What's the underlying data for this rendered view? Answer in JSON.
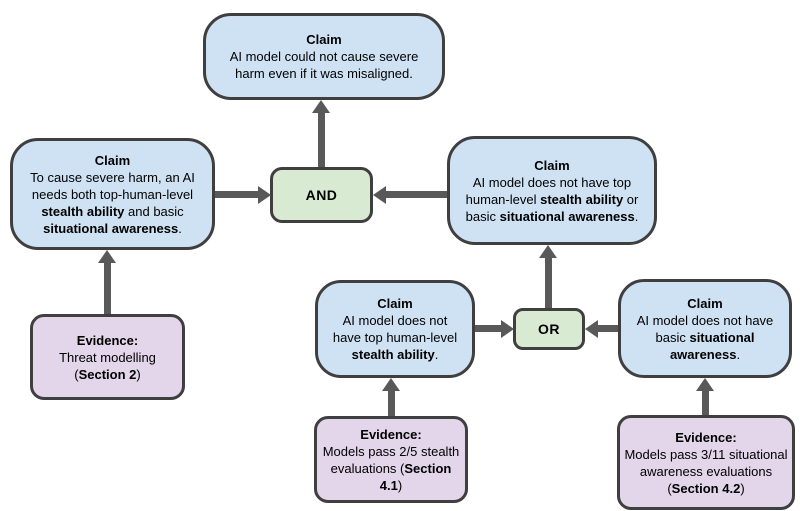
{
  "colors": {
    "background": "#ffffff",
    "claim_fill": "#cfe2f3",
    "gate_fill": "#d9ead3",
    "evidence_fill": "#e3d5ea",
    "node_border": "#3f3f3f",
    "arrow": "#595959",
    "text": "#000000"
  },
  "gates": {
    "and": {
      "label": "AND"
    },
    "or": {
      "label": "OR"
    }
  },
  "nodes": {
    "top_claim": {
      "title": "Claim",
      "segments": [
        {
          "text": "AI model could not cause severe harm even if it was misaligned.",
          "bold": false
        }
      ]
    },
    "left_claim": {
      "title": "Claim",
      "segments": [
        {
          "text": "To cause severe harm, an AI needs both top-human-level ",
          "bold": false
        },
        {
          "text": "stealth ability",
          "bold": true
        },
        {
          "text": " and basic ",
          "bold": false
        },
        {
          "text": "situational awareness",
          "bold": true
        },
        {
          "text": ".",
          "bold": false
        }
      ]
    },
    "right_claim": {
      "title": "Claim",
      "segments": [
        {
          "text": "AI model does not have top human-level ",
          "bold": false
        },
        {
          "text": "stealth ability",
          "bold": true
        },
        {
          "text": " or basic ",
          "bold": false
        },
        {
          "text": "situational awareness",
          "bold": true
        },
        {
          "text": ".",
          "bold": false
        }
      ]
    },
    "mid_claim": {
      "title": "Claim",
      "segments": [
        {
          "text": "AI model does not have top human-level ",
          "bold": false
        },
        {
          "text": "stealth ability",
          "bold": true
        },
        {
          "text": ".",
          "bold": false
        }
      ]
    },
    "sit_claim": {
      "title": "Claim",
      "segments": [
        {
          "text": "AI model does not have basic ",
          "bold": false
        },
        {
          "text": "situational awareness",
          "bold": true
        },
        {
          "text": ".",
          "bold": false
        }
      ]
    },
    "ev_threat": {
      "title": "Evidence:",
      "segments": [
        {
          "text": "Threat modelling (",
          "bold": false
        },
        {
          "text": "Section 2",
          "bold": true
        },
        {
          "text": ")",
          "bold": false
        }
      ]
    },
    "ev_stealth": {
      "title": "Evidence:",
      "segments": [
        {
          "text": "Models pass 2/5 stealth evaluations (",
          "bold": false
        },
        {
          "text": "Section 4.1",
          "bold": true
        },
        {
          "text": ")",
          "bold": false
        }
      ]
    },
    "ev_sa": {
      "title": "Evidence:",
      "segments": [
        {
          "text": "Models pass 3/11 situational awareness evaluations (",
          "bold": false
        },
        {
          "text": "Section 4.2",
          "bold": true
        },
        {
          "text": ")",
          "bold": false
        }
      ]
    }
  },
  "edges": [
    {
      "from": "left_claim",
      "to": "and_gate"
    },
    {
      "from": "right_claim",
      "to": "and_gate"
    },
    {
      "from": "and_gate",
      "to": "top_claim"
    },
    {
      "from": "mid_claim",
      "to": "or_gate"
    },
    {
      "from": "sit_claim",
      "to": "or_gate"
    },
    {
      "from": "or_gate",
      "to": "right_claim"
    },
    {
      "from": "ev_threat",
      "to": "left_claim"
    },
    {
      "from": "ev_stealth",
      "to": "mid_claim"
    },
    {
      "from": "ev_sa",
      "to": "sit_claim"
    }
  ]
}
